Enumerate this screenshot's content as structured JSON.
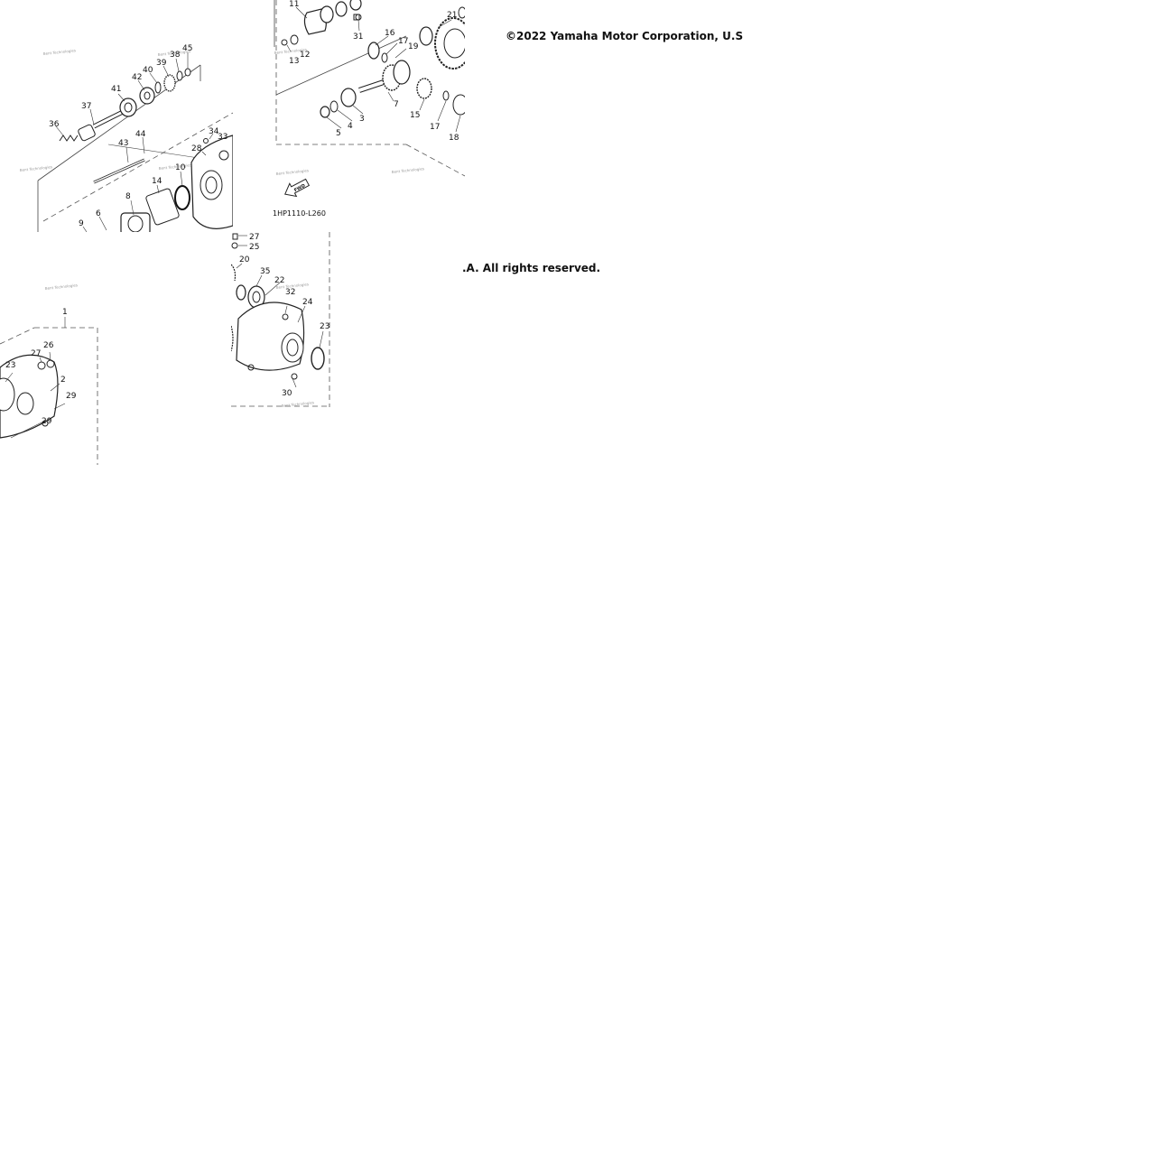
{
  "copyright": {
    "line_a": "©2022 Yamaha Motor Corporation, U.S",
    "line_b": ".A. All rights reserved."
  },
  "diagram": {
    "drawing_code": "1HP1110-L260",
    "fwd_label": "FWD",
    "watermark": "Bent Technologies",
    "callouts": {
      "c1": "1",
      "c2": "2",
      "c3": "3",
      "c4": "4",
      "c5": "5",
      "c6": "6",
      "c7": "7",
      "c8": "8",
      "c9": "9",
      "c10": "10",
      "c11": "11",
      "c12": "12",
      "c13": "13",
      "c14": "14",
      "c15": "15",
      "c16": "16",
      "c17a": "17",
      "c17b": "17",
      "c18": "18",
      "c19": "19",
      "c20": "20",
      "c21": "21",
      "c22": "22",
      "c23a": "23",
      "c23b": "23",
      "c24": "24",
      "c25": "25",
      "c26": "26",
      "c27a": "27",
      "c27b": "27",
      "c28": "28",
      "c29a": "29",
      "c29b": "29",
      "c30": "30",
      "c31": "31",
      "c32": "32",
      "c33": "33",
      "c34": "34",
      "c35": "35",
      "c36": "36",
      "c37": "37",
      "c38": "38",
      "c39": "39",
      "c40": "40",
      "c41": "41",
      "c42": "42",
      "c43": "43",
      "c44": "44",
      "c45": "45"
    }
  }
}
